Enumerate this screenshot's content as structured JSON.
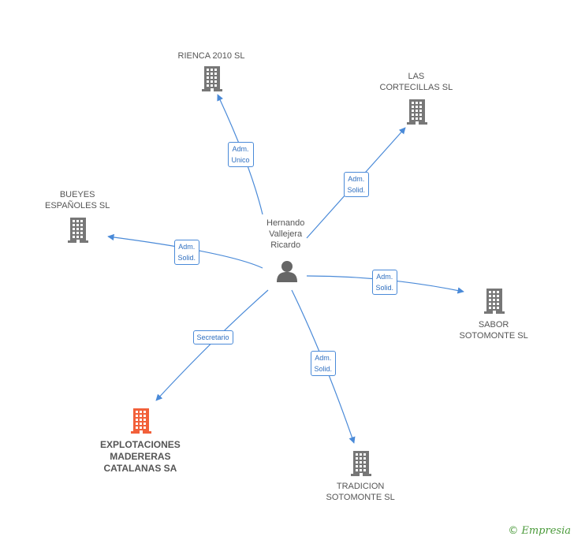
{
  "colors": {
    "edge": "#4a8ad8",
    "building": "#777777",
    "building_highlight": "#f2603a",
    "person": "#666666"
  },
  "center": {
    "label": [
      "Hernando",
      "Vallejera",
      "Ricardo"
    ],
    "icon": "person-icon"
  },
  "nodes": [
    {
      "id": "rienca",
      "label": [
        "RIENCA 2010  SL"
      ],
      "icon": "building-icon"
    },
    {
      "id": "cortecillas",
      "label": [
        "LAS",
        "CORTECILLAS SL"
      ],
      "icon": "building-icon"
    },
    {
      "id": "bueyes",
      "label": [
        "BUEYES",
        "ESPAÑOLES SL"
      ],
      "icon": "building-icon"
    },
    {
      "id": "sabor",
      "label": [
        "SABOR",
        "SOTOMONTE SL"
      ],
      "icon": "building-icon"
    },
    {
      "id": "explotaciones",
      "label": [
        "EXPLOTACIONES",
        "MADERERAS",
        "CATALANAS SA"
      ],
      "icon": "building-icon",
      "highlight": true
    },
    {
      "id": "tradicion",
      "label": [
        "TRADICION",
        "SOTOMONTE SL"
      ],
      "icon": "building-icon"
    }
  ],
  "edges": [
    {
      "to": "rienca",
      "label": [
        "Adm.",
        "Unico"
      ]
    },
    {
      "to": "cortecillas",
      "label": [
        "Adm.",
        "Solid."
      ]
    },
    {
      "to": "bueyes",
      "label": [
        "Adm.",
        "Solid."
      ]
    },
    {
      "to": "sabor",
      "label": [
        "Adm.",
        "Solid."
      ]
    },
    {
      "to": "explotaciones",
      "label": [
        "Secretario"
      ]
    },
    {
      "to": "tradicion",
      "label": [
        "Adm.",
        "Solid."
      ]
    }
  ],
  "brand": {
    "copyright": "©",
    "name": "Empresia"
  }
}
